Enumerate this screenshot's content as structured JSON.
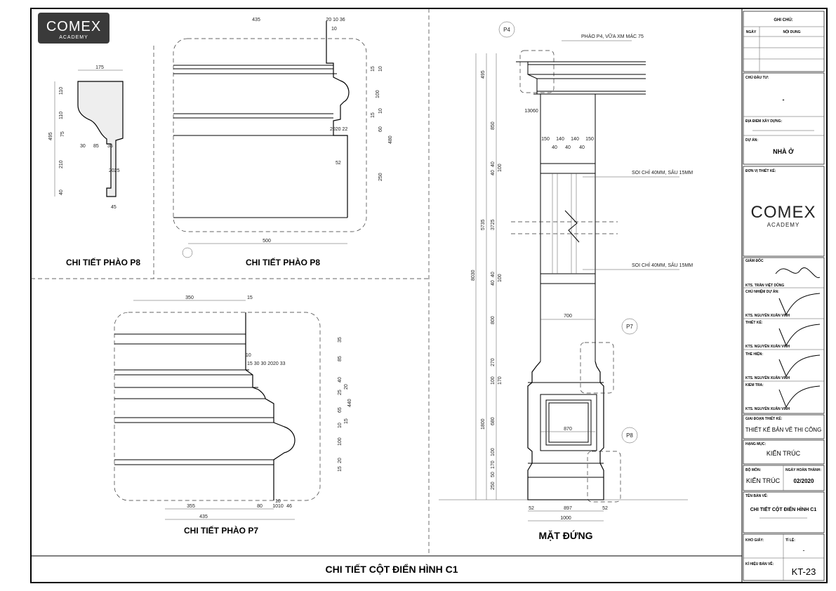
{
  "logo": {
    "main": "COMEX",
    "sub": "ACADEMY"
  },
  "sheet_title": "CHI TIẾT CỘT ĐIỂN HÌNH C1",
  "views": {
    "p8_small": {
      "title": "CHI TIẾT PHÀO P8",
      "dims": {
        "w175": "175",
        "h110a": "110",
        "h110b": "110",
        "h495": "495",
        "d75": "75",
        "d30": "30",
        "d85": "85",
        "d35": "35",
        "h210": "210",
        "d2025": "2025",
        "h40": "40",
        "d45": "45"
      }
    },
    "p8_large": {
      "title": "CHI TIẾT PHÀO P8",
      "dims": {
        "top435": "435",
        "top201036": "20 10 36",
        "d10": "10",
        "r15": "15",
        "r10a": "10",
        "r100": "100",
        "r15b": "15",
        "r10b": "10",
        "r60": "60",
        "r480": "480",
        "d202022": "2020 22",
        "d52": "52",
        "r250": "250",
        "w500": "500"
      }
    },
    "p7": {
      "title": "CHI TIẾT PHÀO P7",
      "dims": {
        "t350": "350",
        "t15": "15",
        "r35": "35",
        "d10": "10",
        "r85": "85",
        "seq": "15 30 30 2020 33",
        "r40": "40",
        "r25": "25",
        "r20": "20",
        "r65": "65",
        "r440": "440",
        "r10": "10",
        "r15": "15",
        "r100": "100",
        "r20b": "20",
        "r15c": "15",
        "b10": "10",
        "b355": "355",
        "b80": "80",
        "b1010": "1010",
        "b46": "46",
        "b435": "435"
      }
    },
    "elevation": {
      "title": "MẶT ĐỨNG",
      "callouts": {
        "p4": "P4",
        "p7": "P7",
        "p8": "P8"
      },
      "notes": {
        "p4_note": "PHÀO P4, VỮA XM MÁC 75",
        "groove1": "SOI CHỈ 40MM, SÂU 15MM",
        "groove2": "SOI CHỈ 40MM, SÂU 15MM"
      },
      "dims": {
        "l495": "495",
        "l850": "850",
        "l40a": "40",
        "l40b": "40",
        "l100a": "100",
        "l5735": "5735",
        "l3725": "3725",
        "l8030": "8030",
        "l40c": "40",
        "l40d": "40",
        "l100b": "100",
        "l800": "800",
        "l270": "270",
        "l100c": "100",
        "l170": "170",
        "l1800": "1800",
        "l680": "680",
        "l100d": "100",
        "l170b": "170",
        "l50": "50",
        "l250": "250",
        "t150a": "150",
        "t140a": "140",
        "t140b": "140",
        "t150b": "150",
        "t40a": "40",
        "t40b": "40",
        "t40c": "40",
        "w700": "700",
        "w870": "870",
        "b52a": "52",
        "b897": "897",
        "b52b": "52",
        "b1000": "1000",
        "d13060": "13060"
      }
    }
  },
  "title_block": {
    "notes_header": "GHI CHÚ:",
    "col_date": "NGÀY",
    "col_content": "NỘI DUNG",
    "owner_label": "CHỦ ĐẦU TƯ:",
    "owner_value": "-",
    "location_label": "ĐỊA ĐIỂM XÂY DỰNG:",
    "project_label": "DỰ ÁN:",
    "project_value": "NHÀ Ở",
    "designer_label": "ĐƠN VỊ THIẾT KẾ:",
    "director_label": "GIÁM ĐỐC",
    "director_name": "KTS. TRẦN VIỆT DŨNG",
    "pm_label": "CHỦ NHIỆM DỰ ÁN:",
    "pm_name": "KTS. NGUYỄN XUÂN VINH",
    "design_label": "THIẾT KẾ:",
    "design_name": "KTS. NGUYỄN XUÂN VINH",
    "draft_label": "THỂ HIỆN:",
    "draft_name": "KTS. NGUYỄN XUÂN VINH",
    "check_label": "KIỂM TRA:",
    "check_name": "KTS. NGUYỄN XUÂN VINH",
    "phase_label": "GIAI ĐOẠN THIẾT KẾ:",
    "phase_value": "THIẾT KẾ BẢN VẼ THI CÔNG",
    "category_label": "HẠNG MỤC:",
    "category_value": "KIẾN TRÚC",
    "dept_label": "BỘ MÔN:",
    "dept_value": "KIẾN TRÚC",
    "date_label": "NGÀY HOÀN THÀNH:",
    "date_value": "02/2020",
    "sheet_name_label": "TÊN BẢN VẼ:",
    "sheet_name_value": "CHI TIẾT CỘT ĐIỂN HÌNH C1",
    "paper_label": "KHỔ GIẤY:",
    "scale_label": "TỈ LỆ:",
    "scale_value": "-",
    "sheet_no_label": "KÍ HIỆU BẢN VẼ:",
    "sheet_no_value": "KT-23"
  }
}
